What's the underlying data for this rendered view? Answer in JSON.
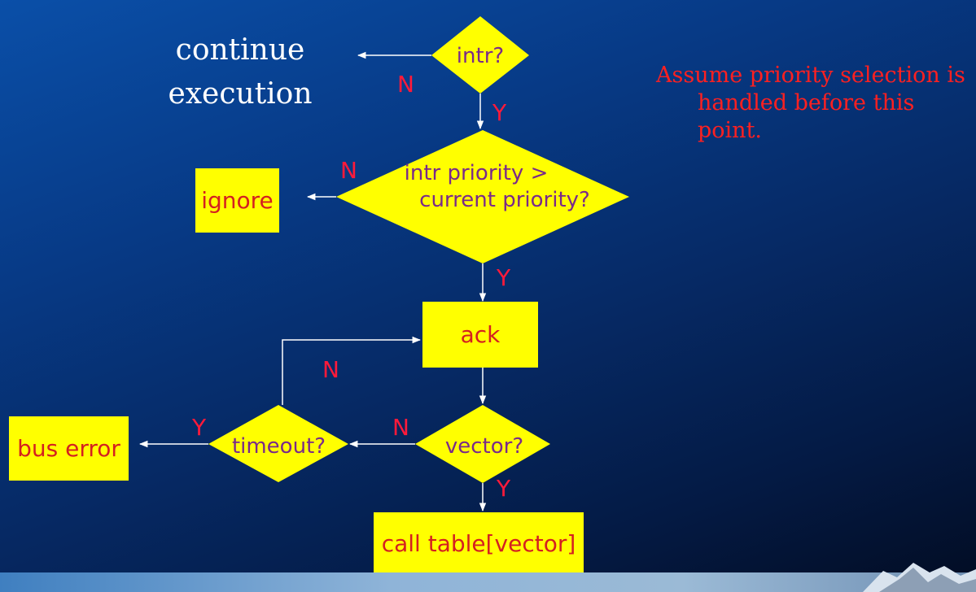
{
  "continue": {
    "line1": "continue",
    "line2": "execution"
  },
  "decisions": {
    "intr": "intr?",
    "priority_line1": "intr priority >",
    "priority_line2": "current priority?",
    "vector": "vector?",
    "timeout": "timeout?"
  },
  "boxes": {
    "ignore": "ignore",
    "ack": "ack",
    "bus_error": "bus error",
    "call_table": "call table[vector]"
  },
  "labels": {
    "n_intr": "N",
    "y_intr": "Y",
    "n_priority": "N",
    "y_priority": "Y",
    "n_loop": "N",
    "n_vector": "N",
    "y_vector": "Y",
    "y_timeout": "Y"
  },
  "note": {
    "line1": "Assume priority selection is",
    "line2": "handled before this",
    "line3": "point."
  },
  "colors": {
    "shape_fill": "#ffff00",
    "yn_text": "#ff1a3a",
    "decision_text": "#7a2a8a",
    "box_text": "#d42020",
    "note_text": "#ff2020"
  }
}
